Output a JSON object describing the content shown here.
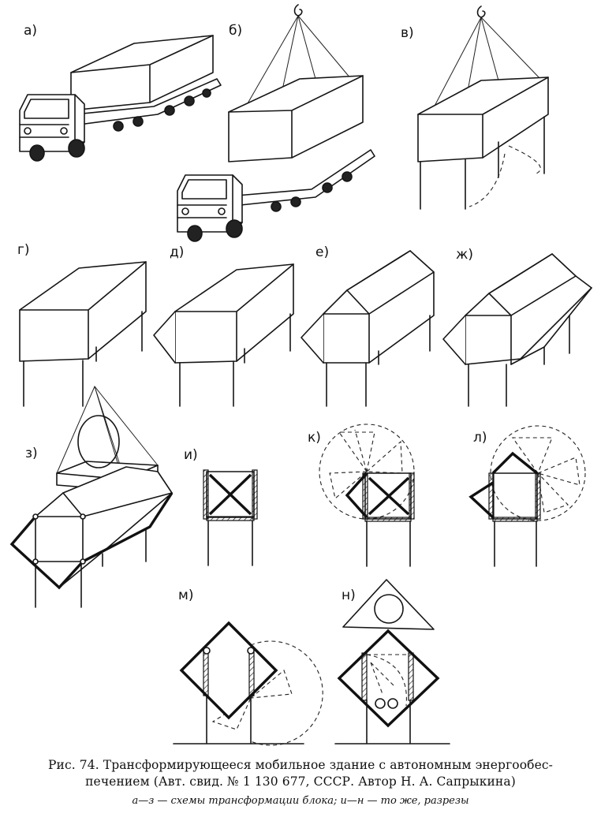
{
  "labels": {
    "a": "а)",
    "b": "б)",
    "v": "в)",
    "g": "г)",
    "d": "д)",
    "e": "е)",
    "zh": "ж)",
    "z": "з)",
    "i": "и)",
    "k": "к)",
    "l": "л)",
    "m": "м)",
    "n": "н)"
  },
  "caption": {
    "line1": "Рис. 74. Трансформирующееся мобильное здание с автономным энергообес-",
    "line2": "печением (Авт. свид. № 1 130 677, СССР. Автор Н. А. Сапрыкина)",
    "sub": "а—з — схемы трансформации блока; и—н — то же, разрезы"
  }
}
